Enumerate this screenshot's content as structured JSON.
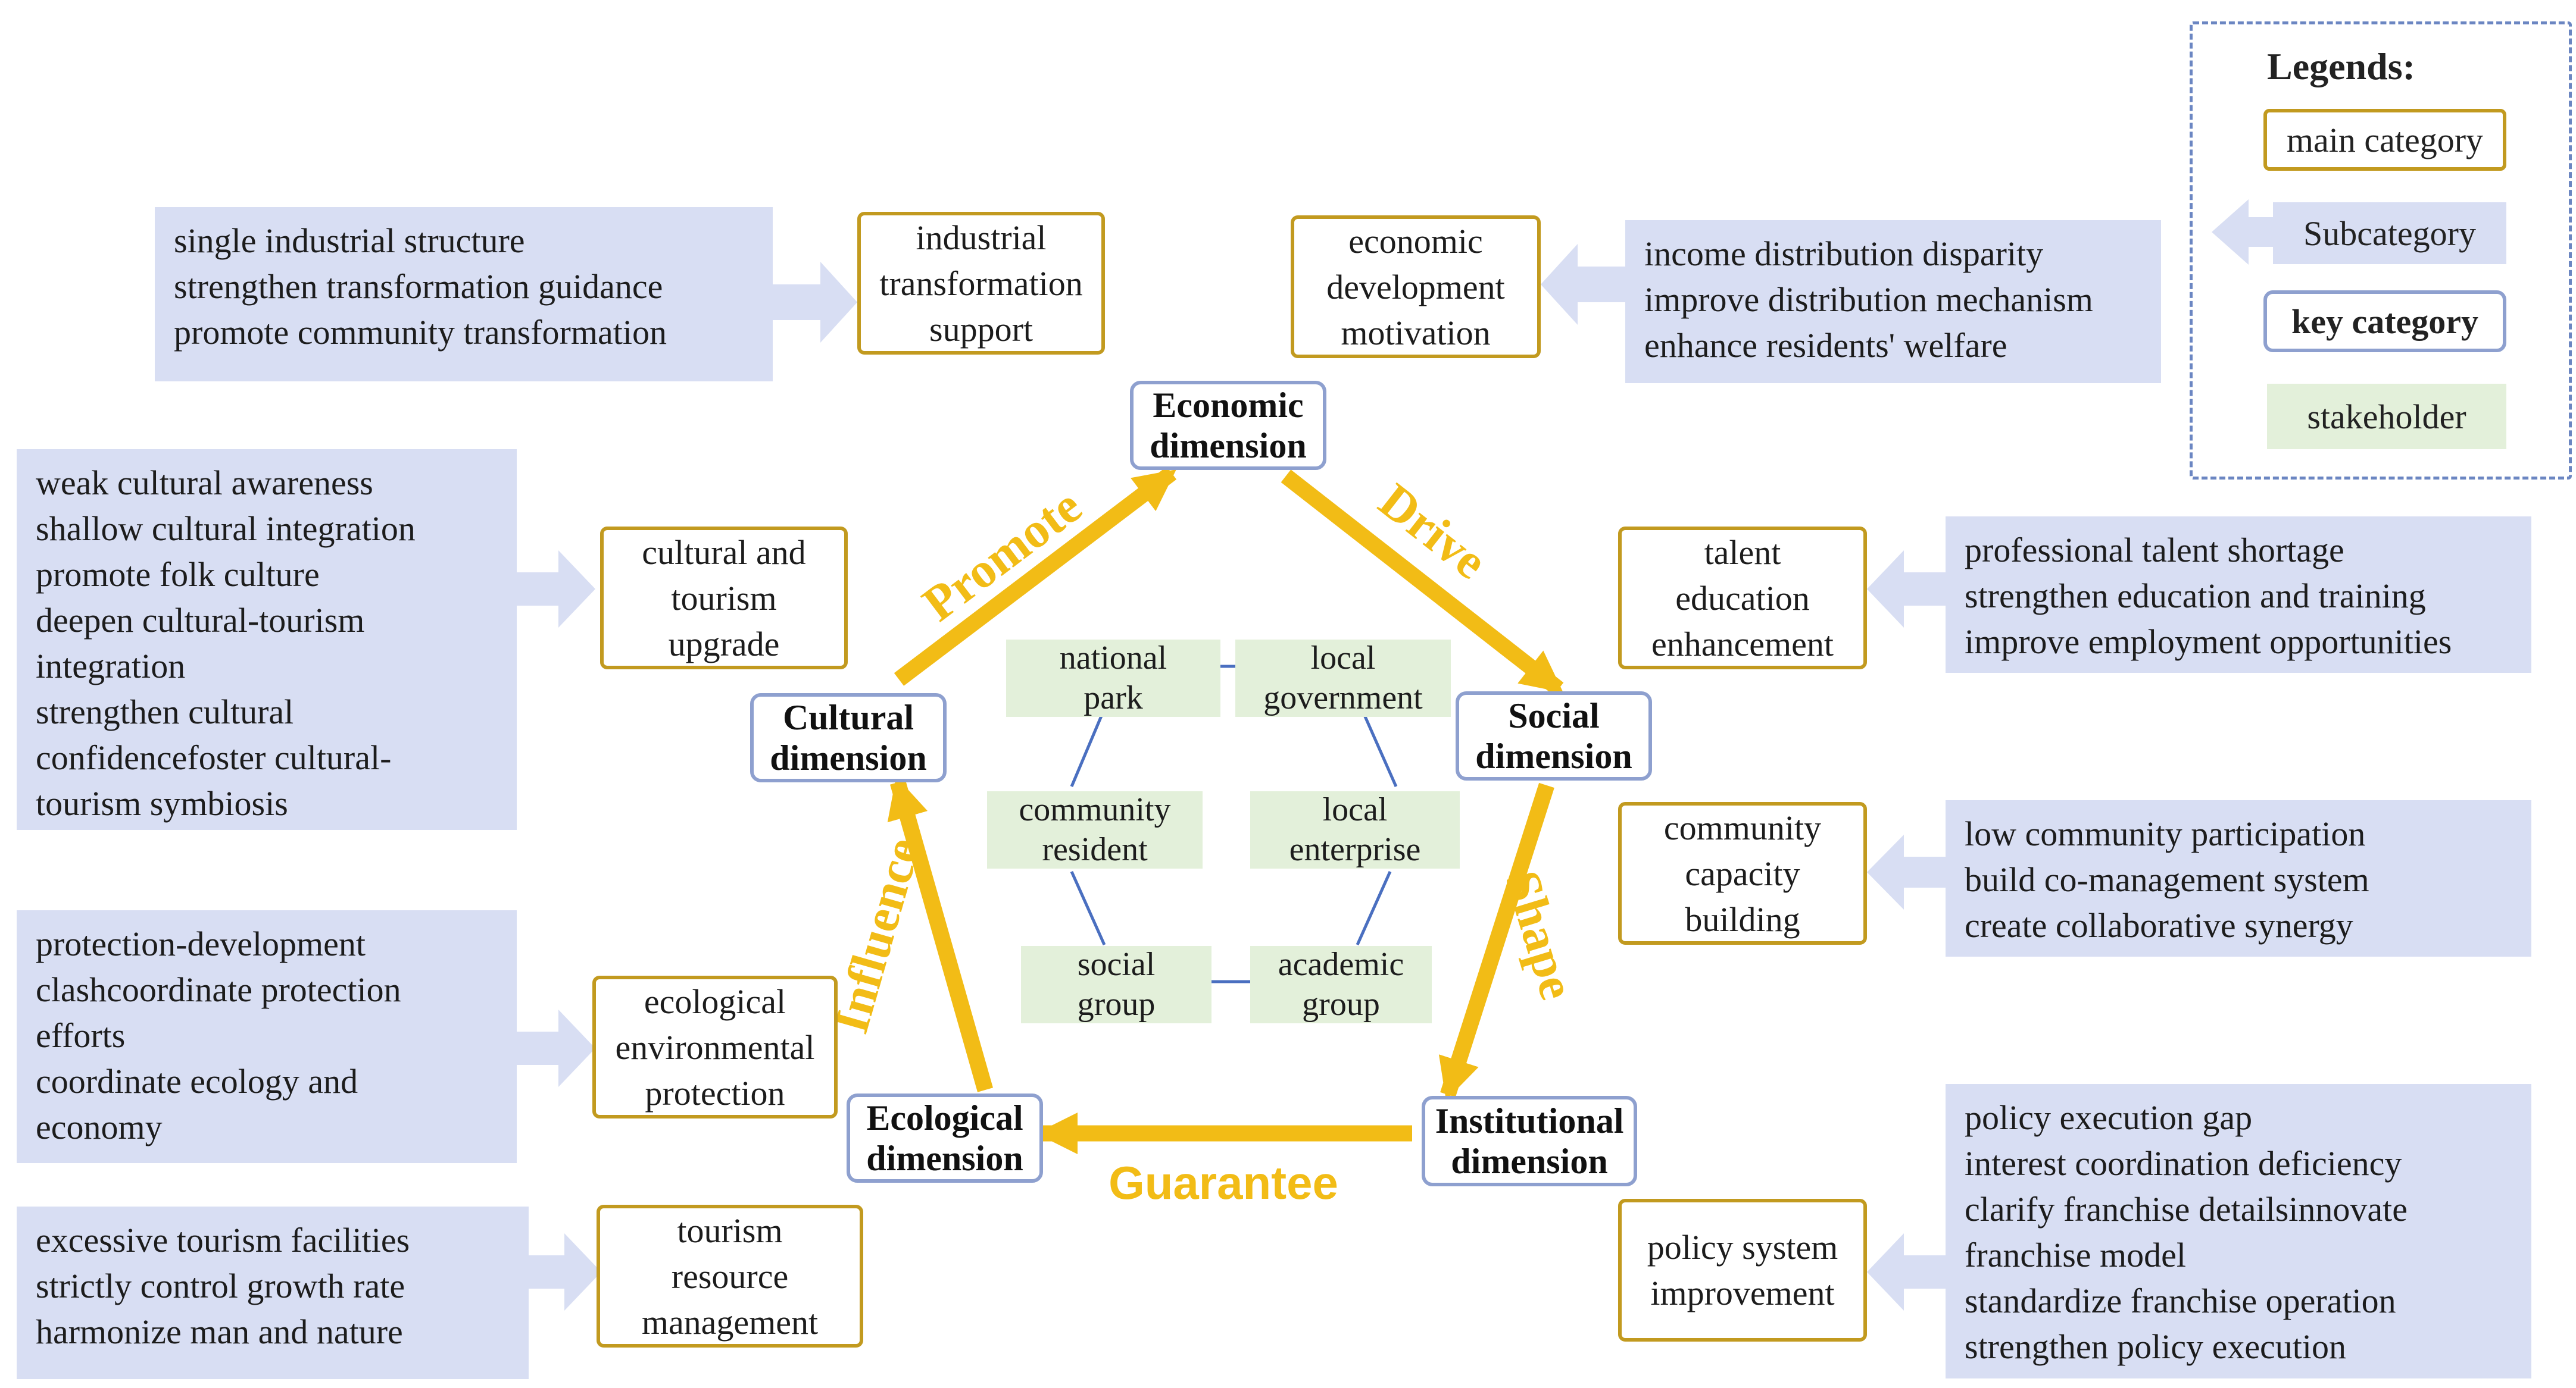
{
  "legend": {
    "title": "Legends:",
    "main_category": "main category",
    "subcategory": "Subcategory",
    "key_category": "key category",
    "stakeholder": "stakeholder"
  },
  "key_dimensions": {
    "economic": "Economic\ndimension",
    "social": "Social\ndimension",
    "institutional": "Institutional\ndimension",
    "ecological": "Ecological\ndimension",
    "cultural": "Cultural\ndimension"
  },
  "relations": {
    "promote": "Promote",
    "drive": "Drive",
    "shape": "Shape",
    "guarantee": "Guarantee",
    "influence": "Influence"
  },
  "stakeholders": {
    "national_park": "national\npark",
    "local_government": "local\ngovernment",
    "community_resident": "community\nresident",
    "local_enterprise": "local\nenterprise",
    "social_group": "social\ngroup",
    "academic_group": "academic\ngroup"
  },
  "main_categories": {
    "industrial": "industrial\ntransformation\nsupport",
    "economic_motivation": "economic\ndevelopment\nmotivation",
    "cultural_tourism": "cultural and\ntourism\nupgrade",
    "talent": "talent\neducation\nenhancement",
    "community_capacity": "community\ncapacity\nbuilding",
    "ecological_protection": "ecological\nenvironmental\nprotection",
    "tourism_resource": "tourism\nresource\nmanagement",
    "policy_system": "policy system\nimprovement"
  },
  "subcategories": {
    "industrial": "single industrial structure\nstrengthen transformation guidance\npromote community transformation",
    "income": "income distribution disparity\nimprove distribution mechanism\nenhance residents' welfare",
    "cultural": "weak cultural awareness\nshallow cultural integration\npromote folk culture\ndeepen cultural-tourism\nintegration\nstrengthen cultural\nconfidencefoster cultural-\ntourism symbiosis",
    "talent": "professional talent shortage\nstrengthen education and training\nimprove employment opportunities",
    "community": "low community participation\nbuild co-management system\ncreate collaborative synergy",
    "ecological": "protection-development\nclashcoordinate protection\nefforts\ncoordinate ecology and\neconomy",
    "tourism": "excessive tourism facilities\nstrictly control growth rate\nharmonize man and nature",
    "policy": "policy execution gap\ninterest coordination deficiency\nclarify franchise detailsinnovate\nfranchise model\nstandardize franchise operation\nstrengthen policy execution"
  },
  "colors": {
    "arrow_gold": "#f2bc16",
    "main_border": "#c29a1f",
    "key_border": "#8ea0cf",
    "subcategory_fill": "#d8def3",
    "stakeholder_fill": "#e3f0da",
    "connector_blue": "#4a6fc0"
  }
}
